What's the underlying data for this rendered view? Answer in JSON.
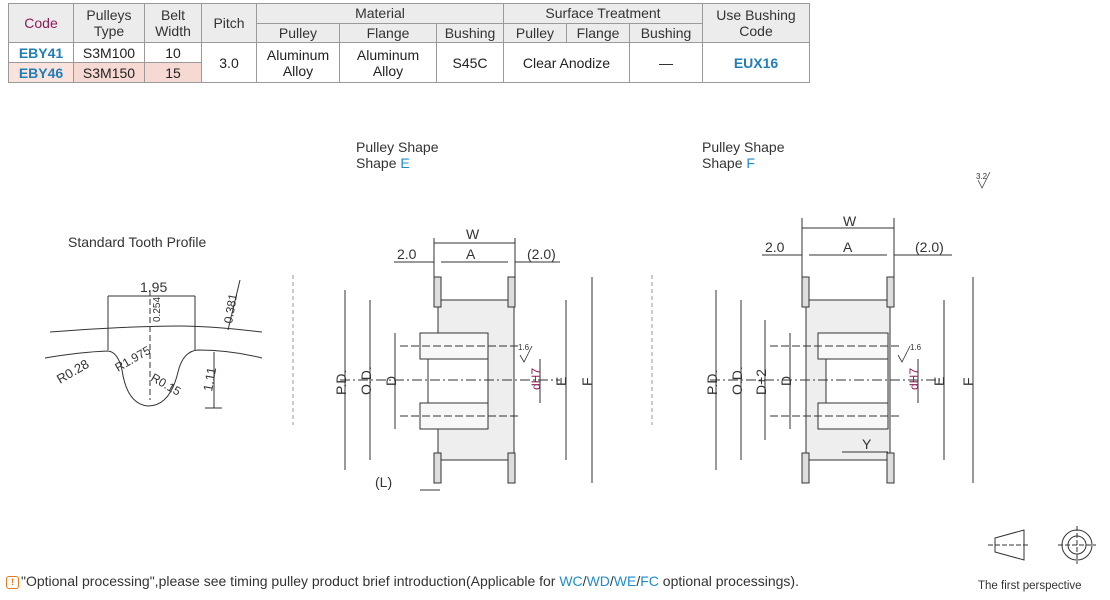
{
  "table": {
    "headers": {
      "code": "Code",
      "pulleys_type": "Pulleys Type",
      "belt_width": "Belt Width",
      "pitch": "Pitch",
      "material": "Material",
      "surface_treatment": "Surface Treatment",
      "use_bushing_code": "Use Bushing Code",
      "sub_pulley": "Pulley",
      "sub_flange": "Flange",
      "sub_bushing": "Bushing"
    },
    "rows": [
      {
        "code": "EBY41",
        "type": "S3M100",
        "width": "10"
      },
      {
        "code": "EBY46",
        "type": "S3M150",
        "width": "15"
      }
    ],
    "pitch": "3.0",
    "material_pulley": "Aluminum Alloy",
    "material_flange": "Aluminum Alloy",
    "material_bushing": "S45C",
    "surface_pulley_flange": "Clear Anodize",
    "surface_bushing": "—",
    "bushing_code": "EUX16"
  },
  "tooth_profile": {
    "title": "Standard Tooth Profile",
    "dim_width": "1.95",
    "dim_0254": "0.254",
    "dim_0381": "0.381",
    "r028": "R0.28",
    "r1975": "R1.975",
    "r015": "R0.15",
    "dim_111": "1.11"
  },
  "shape_e": {
    "title_line1": "Pulley Shape",
    "title_line2_prefix": "Shape ",
    "shape_letter": "E",
    "dim_w": "W",
    "dim_a": "A",
    "dim_left": "2.0",
    "dim_right": "(2.0)",
    "dim_l": "(L)",
    "pd": "P.D.",
    "od": "O.D.",
    "d": "D",
    "dh7": "dH7",
    "e": "E",
    "f": "F",
    "roughness": "1.6"
  },
  "shape_f": {
    "title_line1": "Pulley Shape",
    "title_line2_prefix": "Shape ",
    "shape_letter": "F",
    "dim_w": "W",
    "dim_a": "A",
    "dim_left": "2.0",
    "dim_right": "(2.0)",
    "pd": "P.D.",
    "od": "O.D.",
    "d2": "D+2",
    "d": "D",
    "dh7": "dH7",
    "e": "E",
    "f": "F",
    "y": "Y",
    "roughness": "1.6"
  },
  "roughness_top": "3.2",
  "note": {
    "prefix": "\"Optional processing\",please see timing pulley product brief introduction(Applicable for ",
    "wc": "WC",
    "wd": "WD",
    "we": "WE",
    "fc": "FC",
    "suffix": " optional processings)."
  },
  "perspective_label": "The first perspective",
  "colors": {
    "accent_blue": "#1f8cc9",
    "code_purple": "#8b1c5a",
    "row_pink": "#f6d9d3"
  }
}
